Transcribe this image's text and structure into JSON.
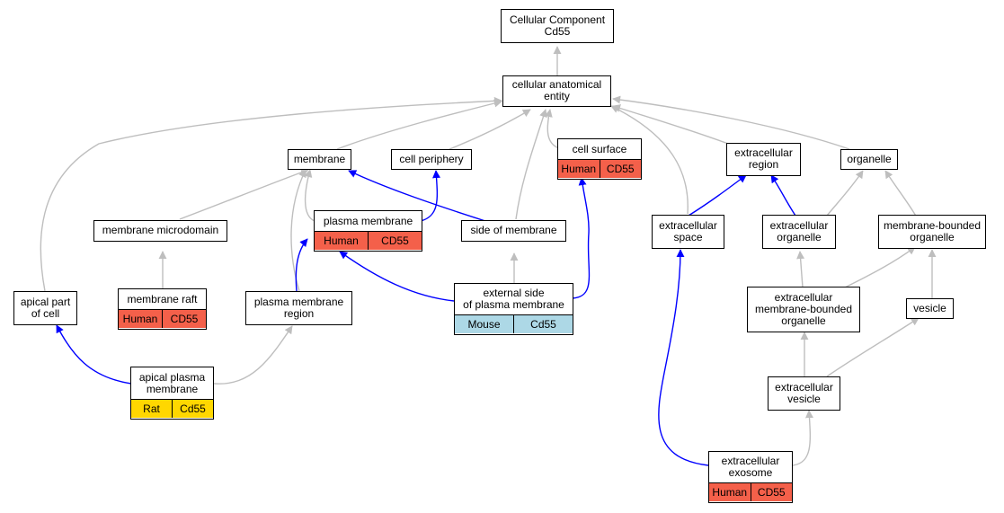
{
  "title": {
    "label": "Cellular Component\nCd55"
  },
  "colors": {
    "gray_edge": "#BEBEBE",
    "blue_edge": "#0000FF",
    "human": "#F4604A",
    "rat": "#FFD700",
    "mouse": "#ADD8E6"
  },
  "nodes": {
    "cellular_anatomical_entity": {
      "label": "cellular anatomical\nentity"
    },
    "membrane": {
      "label": "membrane"
    },
    "cell_periphery": {
      "label": "cell periphery"
    },
    "cell_surface": {
      "label": "cell surface",
      "species": "Human",
      "gene": "CD55"
    },
    "extracellular_region": {
      "label": "extracellular\nregion"
    },
    "organelle": {
      "label": "organelle"
    },
    "membrane_microdomain": {
      "label": "membrane microdomain"
    },
    "plasma_membrane": {
      "label": "plasma membrane",
      "species": "Human",
      "gene": "CD55"
    },
    "side_of_membrane": {
      "label": "side of membrane"
    },
    "extracellular_space": {
      "label": "extracellular\nspace"
    },
    "extracellular_organelle": {
      "label": "extracellular\norganelle"
    },
    "membrane_bounded_organelle": {
      "label": "membrane-bounded\norganelle"
    },
    "apical_part_of_cell": {
      "label": "apical part\nof cell"
    },
    "membrane_raft": {
      "label": "membrane raft",
      "species": "Human",
      "gene": "CD55"
    },
    "plasma_membrane_region": {
      "label": "plasma membrane\nregion"
    },
    "external_side_of_plasma_membrane": {
      "label": "external side\nof plasma membrane",
      "species": "Mouse",
      "gene": "Cd55"
    },
    "extracellular_membrane_bounded_organelle": {
      "label": "extracellular\nmembrane-bounded\norganelle"
    },
    "vesicle": {
      "label": "vesicle"
    },
    "apical_plasma_membrane": {
      "label": "apical plasma\nmembrane",
      "species": "Rat",
      "gene": "Cd55"
    },
    "extracellular_vesicle": {
      "label": "extracellular\nvesicle"
    },
    "extracellular_exosome": {
      "label": "extracellular\nexosome",
      "species": "Human",
      "gene": "CD55"
    }
  }
}
